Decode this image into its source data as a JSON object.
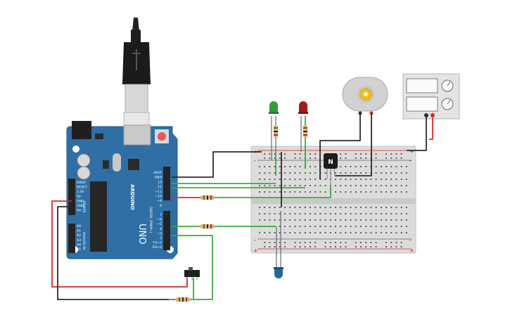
{
  "arduino": {
    "brand": "ARDUINO",
    "model": "UNO",
    "header_power_title": "POWER",
    "header_analog_title": "ANALOG IN",
    "header_digital_title": "DIGITAL (PWM~)",
    "power_pins": [
      "IOREF",
      "RESET",
      "3.3V",
      "5V",
      "GND",
      "GND",
      "Vin"
    ],
    "analog_pins": [
      "A0",
      "A1",
      "A2",
      "A3",
      "A4",
      "A5"
    ],
    "digital_top_pins": [
      "AREF",
      "GND",
      "13",
      "12",
      "~11",
      "~10",
      "~9",
      "8"
    ],
    "digital_bottom_pins": [
      "7",
      "~6",
      "~5",
      "4",
      "~3",
      "2",
      "TX→1",
      "RX←0"
    ]
  },
  "transistor": {
    "label": "N"
  },
  "breadboard": {
    "plus_symbol": "+",
    "minus_symbol": "-"
  },
  "colors": {
    "board": "#2f6fa6",
    "breadboard": "#dcdcdc",
    "wire_black": "#2b2b2b",
    "wire_red": "#d42a2a",
    "wire_green": "#3cab3c",
    "led_green": "#2f9e3a",
    "led_red": "#a31c1c",
    "led_blue": "#236a96",
    "motor_gear": "#f0c21b"
  }
}
